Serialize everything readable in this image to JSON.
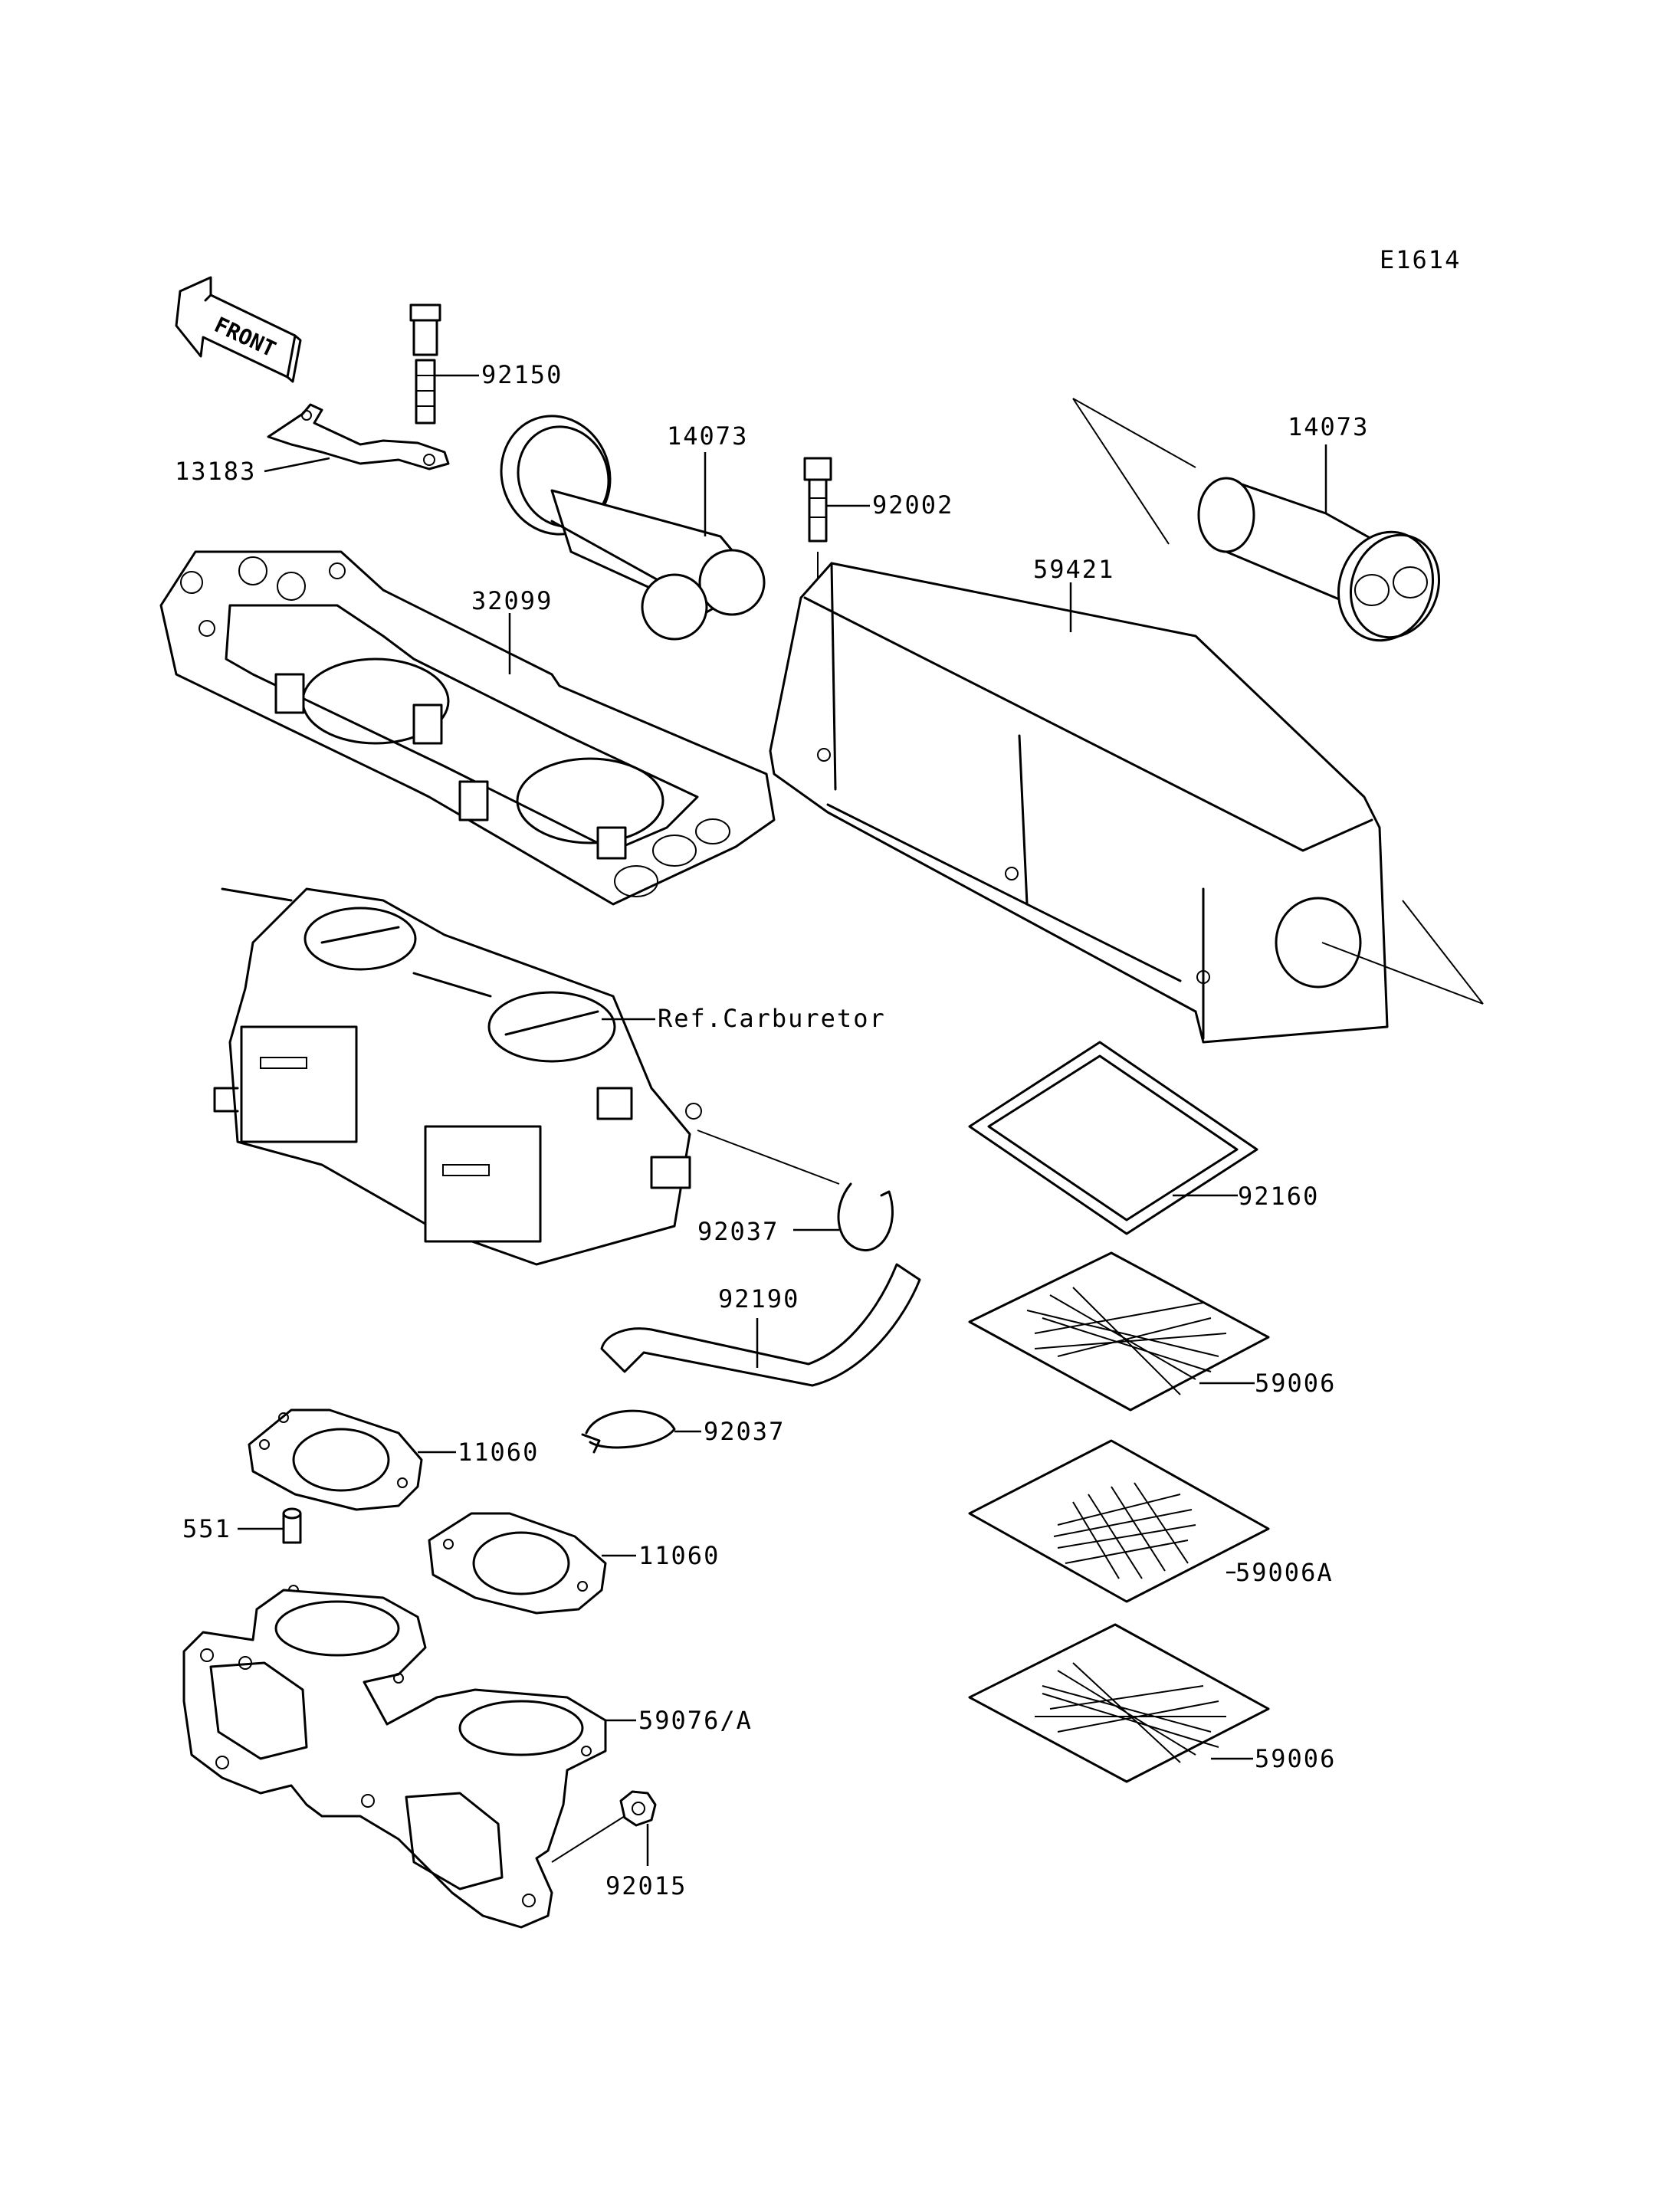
{
  "diagram_code": "E1614",
  "front_arrow_text": "FRONT",
  "labels": {
    "l92150": "92150",
    "l13183": "13183",
    "l14073_left": "14073",
    "l14073_right": "14073",
    "l92002": "92002",
    "l32099": "32099",
    "l59421": "59421",
    "l_ref_carb": "Ref.Carburetor",
    "l92160": "92160",
    "l92037_top": "92037",
    "l92190": "92190",
    "l59006_top": "59006",
    "l92037_bottom": "92037",
    "l11060_top": "11060",
    "l551": "551",
    "l11060_bottom": "11060",
    "l59006A": "59006A",
    "l59076A": "59076/A",
    "l59006_bottom": "59006",
    "l92015": "92015"
  }
}
